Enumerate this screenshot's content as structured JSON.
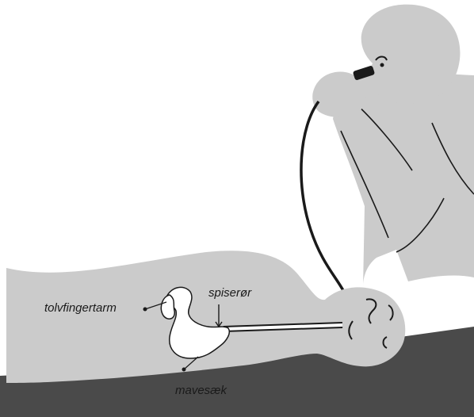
{
  "labels": {
    "duodenum": "tolvfingertarm",
    "esophagus": "spiserør",
    "stomach": "mavesæk"
  },
  "colors": {
    "background": "#ffffff",
    "figure_fill": "#cbcbcb",
    "table": "#4a4a4a",
    "organ_fill": "#ffffff",
    "line": "#1a1a1a"
  },
  "icons": {
    "endoscope": "endoscope-icon",
    "eye": "eye-icon"
  }
}
